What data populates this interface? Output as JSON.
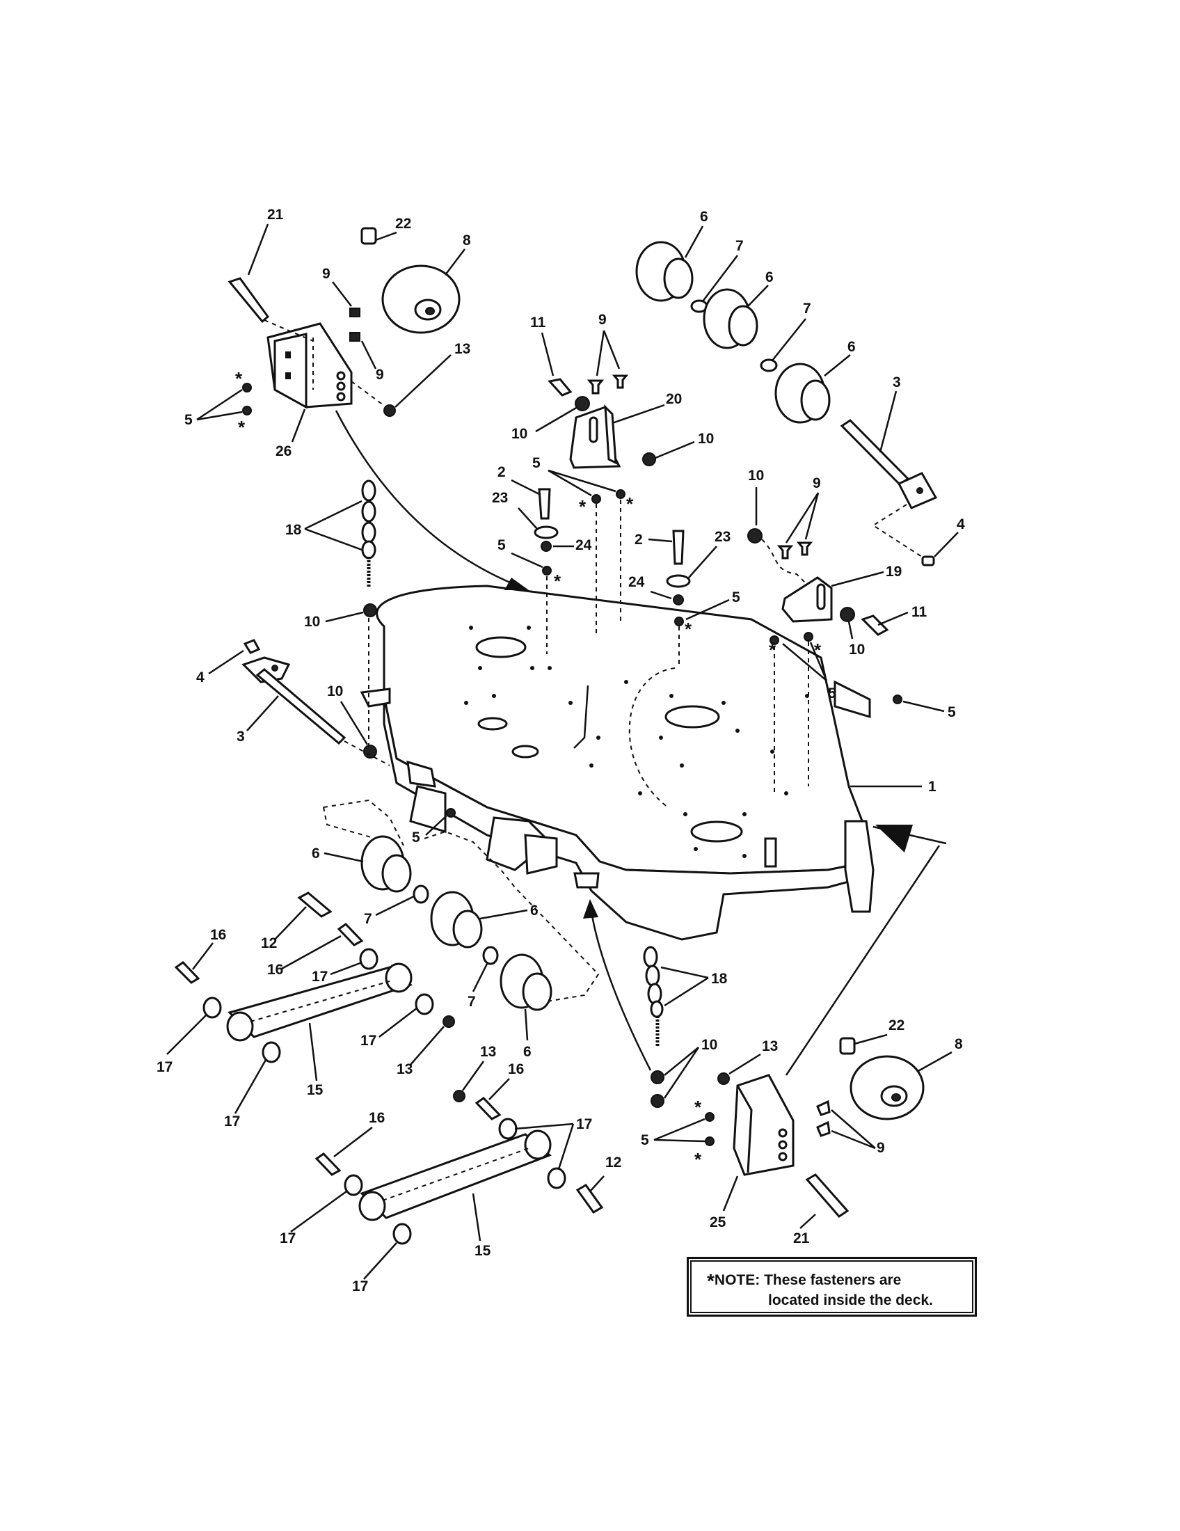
{
  "callouts": {
    "n1": "1",
    "n2": "2",
    "n3": "3",
    "n4": "4",
    "n5": "5",
    "n6": "6",
    "n7": "7",
    "n8": "8",
    "n9": "9",
    "n10": "10",
    "n11": "11",
    "n12": "12",
    "n13": "13",
    "n15": "15",
    "n16": "16",
    "n17": "17",
    "n18": "18",
    "n19": "19",
    "n20": "20",
    "n21": "21",
    "n22": "22",
    "n23": "23",
    "n24": "24",
    "n25": "25",
    "n26": "26"
  },
  "asterisk": "*",
  "note": {
    "star": "*",
    "line1": "NOTE: These fasteners are",
    "line2": "located inside the deck."
  }
}
